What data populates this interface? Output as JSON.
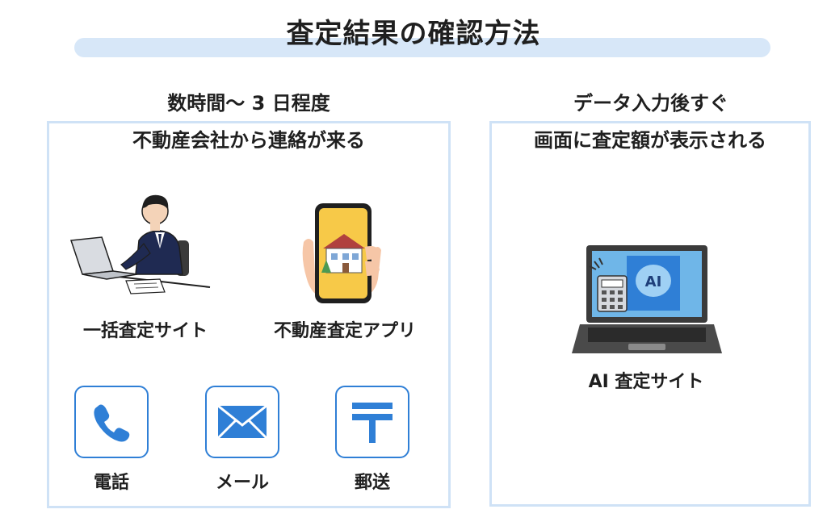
{
  "title": "査定結果の確認方法",
  "left_panel": {
    "heading_line1": "数時間〜 3 日程度",
    "heading_line2": "不動産会社から連絡が来る",
    "methods": [
      {
        "label": "一括査定サイト",
        "icon": "laptop-businessman-icon"
      },
      {
        "label": "不動産査定アプリ",
        "icon": "smartphone-house-icon"
      }
    ],
    "contacts": [
      {
        "label": "電話",
        "icon": "phone-icon"
      },
      {
        "label": "メール",
        "icon": "mail-icon"
      },
      {
        "label": "郵送",
        "icon": "postal-mark-icon"
      }
    ]
  },
  "right_panel": {
    "heading_line1": "データ入力後すぐ",
    "heading_line2": "画面に査定額が表示される",
    "method": {
      "label": "AI 査定サイト",
      "icon": "ai-laptop-icon",
      "screen_text": "AI"
    }
  },
  "colors": {
    "accent_blue": "#2f7fd6",
    "panel_border": "#cfe2f6",
    "title_bar": "#d7e7f8"
  }
}
